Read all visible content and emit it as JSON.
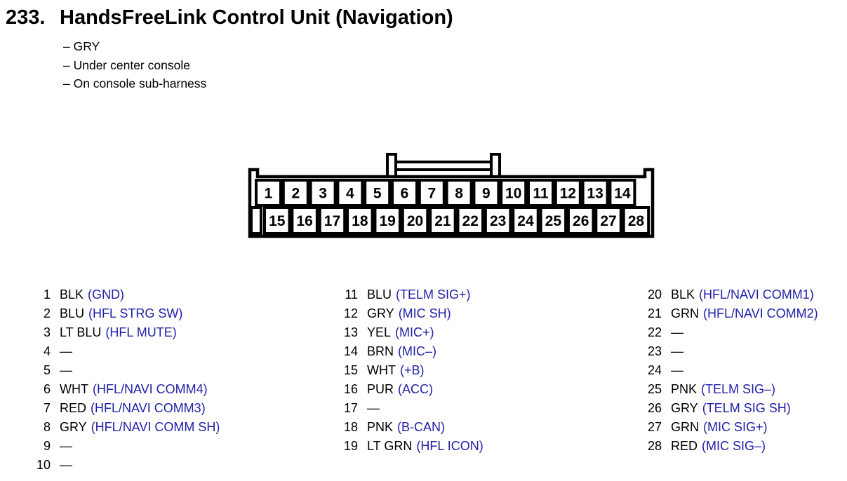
{
  "page": {
    "background": "#ffffff",
    "text_color": "#000000",
    "signal_color": "#2020a8"
  },
  "header": {
    "number": "233.",
    "title": "HandsFreeLink Control Unit (Navigation)",
    "notes": [
      "– GRY",
      "– Under center console",
      "– On console sub-harness"
    ]
  },
  "connector": {
    "top_row_pins": [
      "1",
      "2",
      "3",
      "4",
      "5",
      "6",
      "7",
      "8",
      "9",
      "10",
      "11",
      "12",
      "13",
      "14"
    ],
    "bottom_row_pins": [
      "15",
      "16",
      "17",
      "18",
      "19",
      "20",
      "21",
      "22",
      "23",
      "24",
      "25",
      "26",
      "27",
      "28"
    ]
  },
  "pin_table": {
    "columns": [
      {
        "rows": [
          {
            "pin": "1",
            "wire": "BLK",
            "signal": "(GND)"
          },
          {
            "pin": "2",
            "wire": "BLU",
            "signal": "(HFL STRG SW)"
          },
          {
            "pin": "3",
            "wire": "LT BLU",
            "signal": "(HFL MUTE)"
          },
          {
            "pin": "4",
            "wire": "—",
            "signal": ""
          },
          {
            "pin": "5",
            "wire": "—",
            "signal": ""
          },
          {
            "pin": "6",
            "wire": "WHT",
            "signal": "(HFL/NAVI COMM4)"
          },
          {
            "pin": "7",
            "wire": "RED",
            "signal": "(HFL/NAVI COMM3)"
          },
          {
            "pin": "8",
            "wire": "GRY",
            "signal": "(HFL/NAVI COMM SH)"
          },
          {
            "pin": "9",
            "wire": "—",
            "signal": ""
          },
          {
            "pin": "10",
            "wire": "—",
            "signal": ""
          }
        ]
      },
      {
        "rows": [
          {
            "pin": "11",
            "wire": "BLU",
            "signal": "(TELM SIG+)"
          },
          {
            "pin": "12",
            "wire": "GRY",
            "signal": "(MIC SH)"
          },
          {
            "pin": "13",
            "wire": "YEL",
            "signal": "(MIC+)"
          },
          {
            "pin": "14",
            "wire": "BRN",
            "signal": "(MIC–)"
          },
          {
            "pin": "15",
            "wire": "WHT",
            "signal": "(+B)"
          },
          {
            "pin": "16",
            "wire": "PUR",
            "signal": "(ACC)"
          },
          {
            "pin": "17",
            "wire": "—",
            "signal": ""
          },
          {
            "pin": "18",
            "wire": "PNK",
            "signal": "(B-CAN)"
          },
          {
            "pin": "19",
            "wire": "LT GRN",
            "signal": "(HFL ICON)"
          }
        ]
      },
      {
        "rows": [
          {
            "pin": "20",
            "wire": "BLK",
            "signal": "(HFL/NAVI COMM1)"
          },
          {
            "pin": "21",
            "wire": "GRN",
            "signal": "(HFL/NAVI COMM2)"
          },
          {
            "pin": "22",
            "wire": "—",
            "signal": ""
          },
          {
            "pin": "23",
            "wire": "—",
            "signal": ""
          },
          {
            "pin": "24",
            "wire": "—",
            "signal": ""
          },
          {
            "pin": "25",
            "wire": "PNK",
            "signal": "(TELM SIG–)"
          },
          {
            "pin": "26",
            "wire": "GRY",
            "signal": "(TELM SIG SH)"
          },
          {
            "pin": "27",
            "wire": "GRN",
            "signal": "(MIC SIG+)"
          },
          {
            "pin": "28",
            "wire": "RED",
            "signal": "(MIC SIG–)"
          }
        ]
      }
    ]
  }
}
